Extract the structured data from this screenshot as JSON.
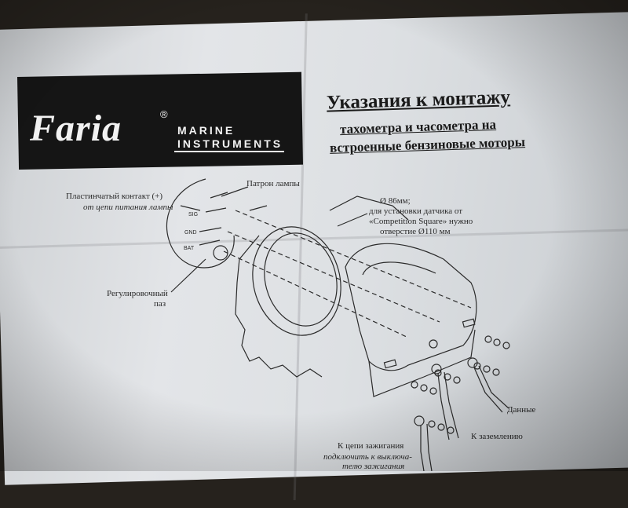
{
  "header": {
    "logo_text": "Faria",
    "logo_registered": "®",
    "brand_line1": "MARINE",
    "brand_line2": "INSTRUMENTS"
  },
  "title": {
    "main": "Указания к монтажу",
    "sub1": "тахометра и часометра на",
    "sub2": "встроенные бензиновые моторы"
  },
  "labels": {
    "contact_line1": "Пластинчатый контакт (+)",
    "contact_line2": "от цепи питания лампы",
    "lamp_holder": "Патрон лампы",
    "adjust_line1": "Регулировочный",
    "adjust_line2": "паз",
    "dim_line1": "Ø 86мм;",
    "dim_line2": "для установки датчика от",
    "dim_line3": "«Competition Square» нужно",
    "dim_line4": "отверстие Ø110 мм",
    "data": "Данные",
    "ground": "К заземлению",
    "ignition_line1": "К цепи зажигания",
    "ignition_line2": "подключить к выключа-",
    "ignition_line3": "телю зажигания"
  },
  "terminals": {
    "sig": "SIG",
    "gnd": "GND",
    "bat": "BAT"
  }
}
